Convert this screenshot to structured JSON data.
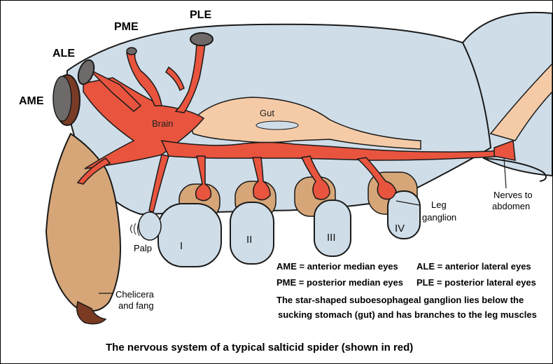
{
  "colors": {
    "body": "#cfdde8",
    "nerve": "#e8543e",
    "gut": "#f5cba7",
    "chelicera": "#d6a678",
    "leg_base": "#d6a678",
    "eye": "#6e6a6a",
    "eye_rim": "#7a3b26",
    "fang": "#7a3b22",
    "outline": "#1a1a1a"
  },
  "labels": {
    "ame": "AME",
    "ale": "ALE",
    "pme": "PME",
    "ple": "PLE",
    "brain": "Brain",
    "gut": "Gut",
    "palp": "Palp",
    "leg_i": "I",
    "leg_ii": "II",
    "leg_iii": "III",
    "leg_iv": "IV",
    "leg_ganglion": [
      "Leg",
      "ganglion"
    ],
    "nerves_abdomen": [
      "Nerves to",
      "abdomen"
    ],
    "chelicera": [
      "Chelicera",
      "and fang"
    ]
  },
  "legend": {
    "ame": "AME = anterior median eyes",
    "ale": "ALE = anterior lateral eyes",
    "pme": "PME = posterior median eyes",
    "ple": "PLE = posterior lateral eyes",
    "note_line1": "The star-shaped suboesophageal ganglion lies below the",
    "note_line2": "sucking stomach (gut) and has branches to the leg muscles"
  },
  "caption": "The nervous system of a typical salticid spider (shown in red)"
}
